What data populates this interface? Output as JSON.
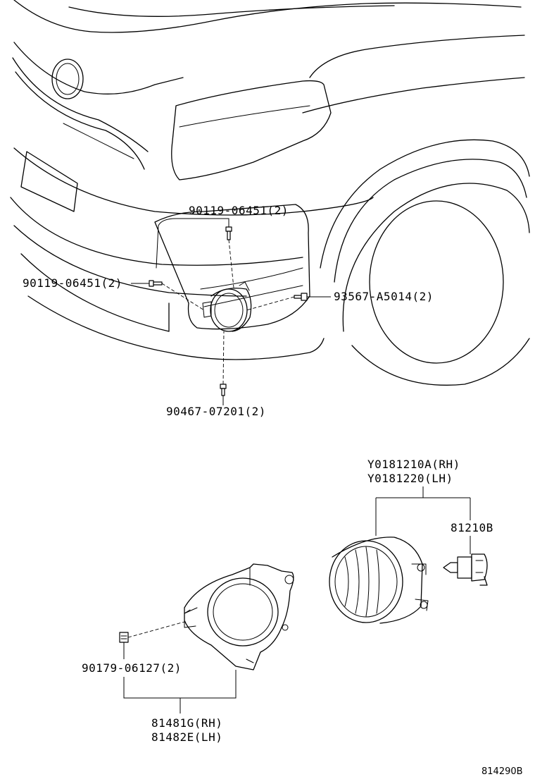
{
  "labels": {
    "bolt_top": "90119-06451(2)",
    "bolt_left": "90119-06451(2)",
    "screw_right": "93567-A5014(2)",
    "screw_bottom": "90467-07201(2)",
    "lamp_rh": "Y0181210A(RH)",
    "lamp_lh": "Y0181220(LH)",
    "bulb": "81210B",
    "clip": "90179-06127(2)",
    "cover_rh": "81481G(RH)",
    "cover_lh": "81482E(LH)",
    "drawing_number": "814290B"
  }
}
